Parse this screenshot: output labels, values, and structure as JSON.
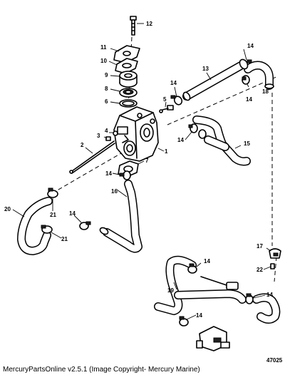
{
  "callouts": {
    "c1": "1",
    "c2": "2",
    "c3": "3",
    "c4": "4",
    "c5": "5",
    "c6": "6",
    "c7": "7",
    "c8": "8",
    "c9": "9",
    "c10": "10",
    "c11": "11",
    "c12": "12",
    "c13": "13",
    "c14": "14",
    "c15": "15",
    "c16": "16",
    "c17": "17",
    "c18": "18",
    "c19": "19",
    "c20": "20",
    "c21": "21",
    "c22": "22"
  },
  "drawing_number": "47025",
  "footer": "MercuryPartsOnline v2.5.1 (Image Copyright- Mercury Marine)"
}
